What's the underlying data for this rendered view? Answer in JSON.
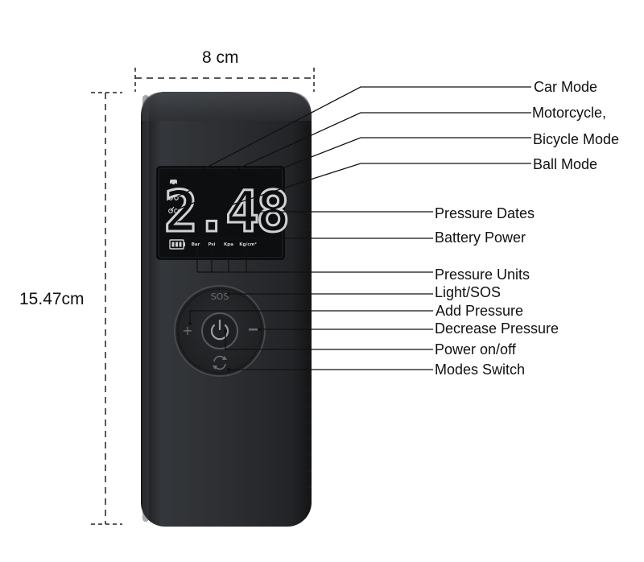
{
  "dimensions": {
    "width_label": "8 cm",
    "height_label": "15.47cm"
  },
  "lcd": {
    "pressure_value": "2.48",
    "units": [
      "Bar",
      "Psi",
      "Kpa",
      "Kg/cm²"
    ]
  },
  "callouts": {
    "car_mode": "Car Mode",
    "motorcycle": "Motorcycle,",
    "bicycle_mode": "Bicycle Mode",
    "ball_mode": "Ball Mode",
    "pressure_dates": "Pressure Dates",
    "battery_power": "Battery Power",
    "pressure_units": "Pressure Units",
    "light_sos": "Light/SOS",
    "add_pressure": "Add Pressure",
    "decrease_pressure": "Decrease Pressure",
    "power_on_off": "Power on/off",
    "modes_switch": "Modes Switch"
  },
  "colors": {
    "body": "#2b2d30",
    "lcd_glass": "#0d0e10",
    "lcd_digits": "#cfd2d4",
    "leader_line": "#111111"
  }
}
